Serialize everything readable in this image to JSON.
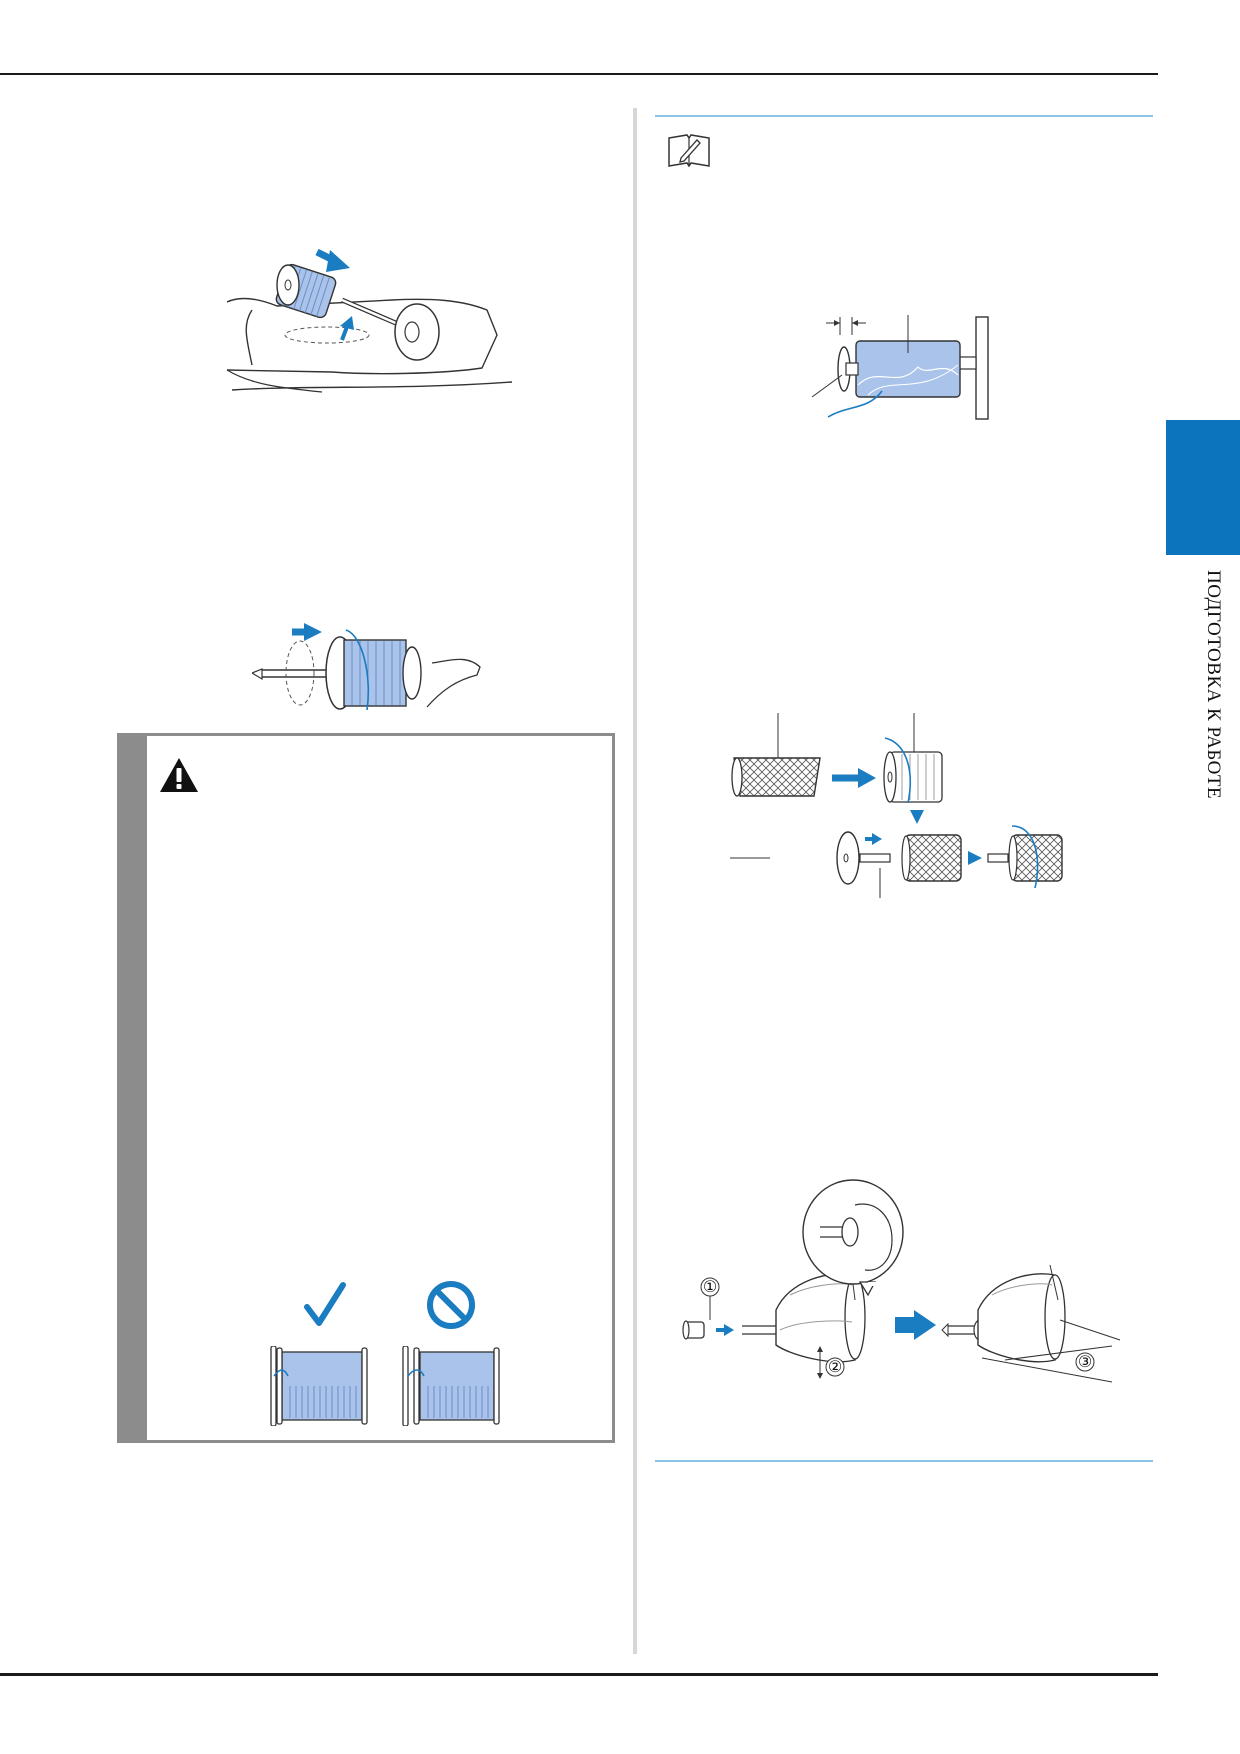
{
  "sidebar_tab": {
    "label": "ПОДГОТОВКА К РАБОТЕ",
    "color": "#0b74bd"
  },
  "colors": {
    "accent_blue": "#1a7cc1",
    "thread_blue": "#a9c3ea",
    "warning_gray": "#8c8c8c",
    "note_rule": "#8cc2ea"
  },
  "icons": {
    "memo": "memo-pencil-icon",
    "warning": "warning-triangle-icon",
    "correct": "checkmark-icon",
    "incorrect": "prohibited-icon"
  },
  "spool_fig": {
    "callouts": [
      "①",
      "②",
      "③"
    ]
  }
}
